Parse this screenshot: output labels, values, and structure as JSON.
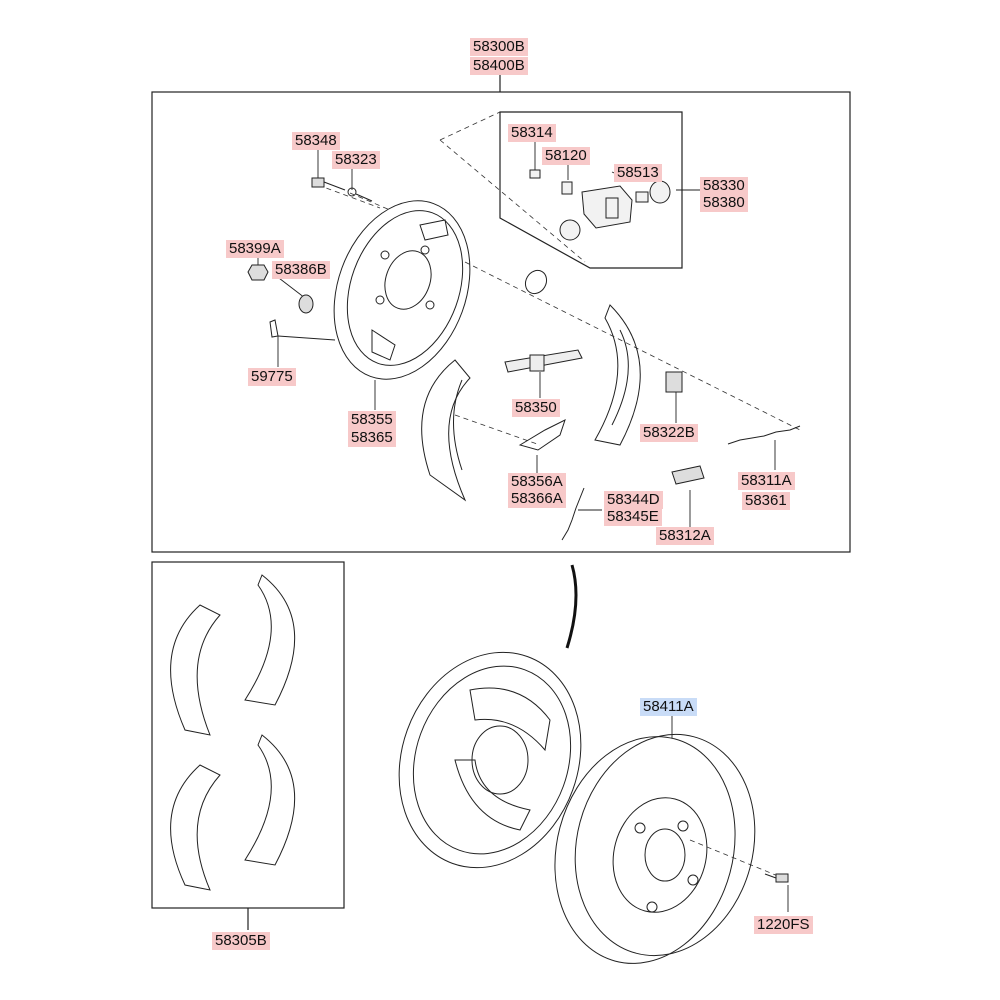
{
  "colors": {
    "label_highlight": "#f7c9c9",
    "drum_label_highlight": "#c9dcf7",
    "line": "#222222"
  },
  "labels": {
    "assy_top_1": "58300B",
    "assy_top_2": "58400B",
    "p58348": "58348",
    "p58323": "58323",
    "p58314": "58314",
    "p58120": "58120",
    "p58513": "58513",
    "p58330": "58330",
    "p58380": "58380",
    "p58399A": "58399A",
    "p58386B": "58386B",
    "p59775": "59775",
    "p58350": "58350",
    "p58322B": "58322B",
    "p58355": "58355",
    "p58365": "58365",
    "p58356A": "58356A",
    "p58366A": "58366A",
    "p58344D": "58344D",
    "p58345E": "58345E",
    "p58311A": "58311A",
    "p58361": "58361",
    "p58312A": "58312A",
    "p58305B": "58305B",
    "p58411A": "58411A",
    "p1220FS": "1220FS"
  }
}
